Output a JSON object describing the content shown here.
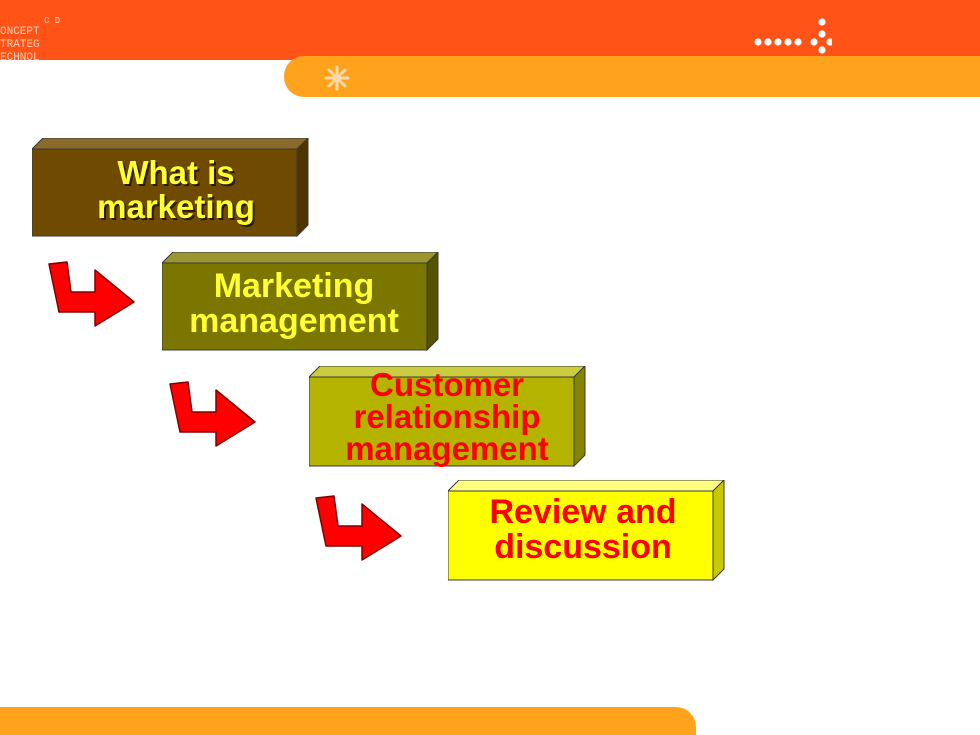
{
  "colors": {
    "top_band": "#ff5317",
    "accent_bar": "#ffa21c",
    "bottom_bar": "#ffa21c",
    "arrow_fill": "#ff0000",
    "arrow_outline": "#800000"
  },
  "logo": {
    "lines": [
      "C D",
      "ONCEPT",
      "TRATEG",
      "ECHNOL"
    ]
  },
  "steps": [
    {
      "label": "What is\nmarketing",
      "face": "#6e4b00",
      "top": "#8a6a2a",
      "side": "#4e3500",
      "text_color": "#ffff33",
      "shadow": true
    },
    {
      "label": "Marketing\nmanagement",
      "face": "#7a7600",
      "top": "#9a9630",
      "side": "#555200",
      "text_color": "#ffff33",
      "shadow": false
    },
    {
      "label": "Customer\nrelationship\nmanagement",
      "face": "#b3b300",
      "top": "#cccc40",
      "side": "#858500",
      "text_color": "#ff0000",
      "shadow": false
    },
    {
      "label": "Review and\ndiscussion",
      "face": "#ffff00",
      "top": "#ffff80",
      "side": "#c8c800",
      "text_color": "#ff0000",
      "shadow": false
    }
  ]
}
